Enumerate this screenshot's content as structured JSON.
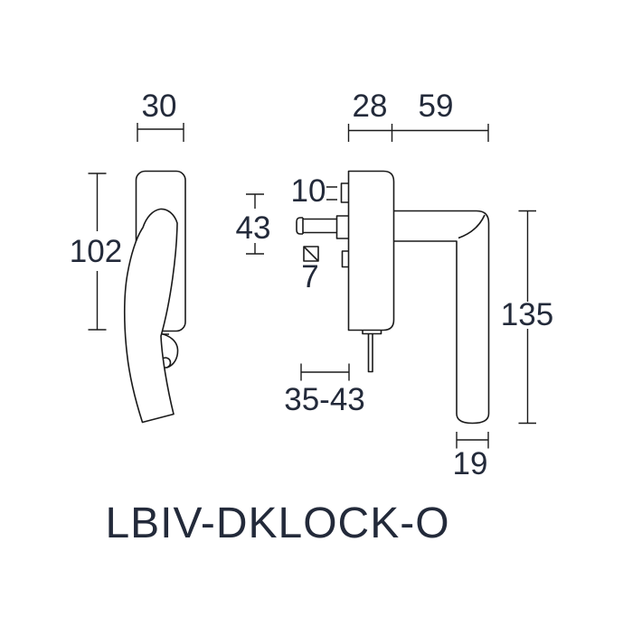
{
  "title": "LBIV-DKLOCK-O",
  "colors": {
    "line": "#1a1a1a",
    "text": "#232a3a",
    "background": "#ffffff"
  },
  "front_view": {
    "plate_width": "30",
    "plate_height": "102"
  },
  "side_view": {
    "plate_depth": "28",
    "handle_reach": "59",
    "boss_height": "10",
    "top_to_spindle": "43",
    "spindle_square": "7",
    "spindle_length_range": "35-43",
    "handle_drop": "135",
    "grip_diameter": "19"
  }
}
